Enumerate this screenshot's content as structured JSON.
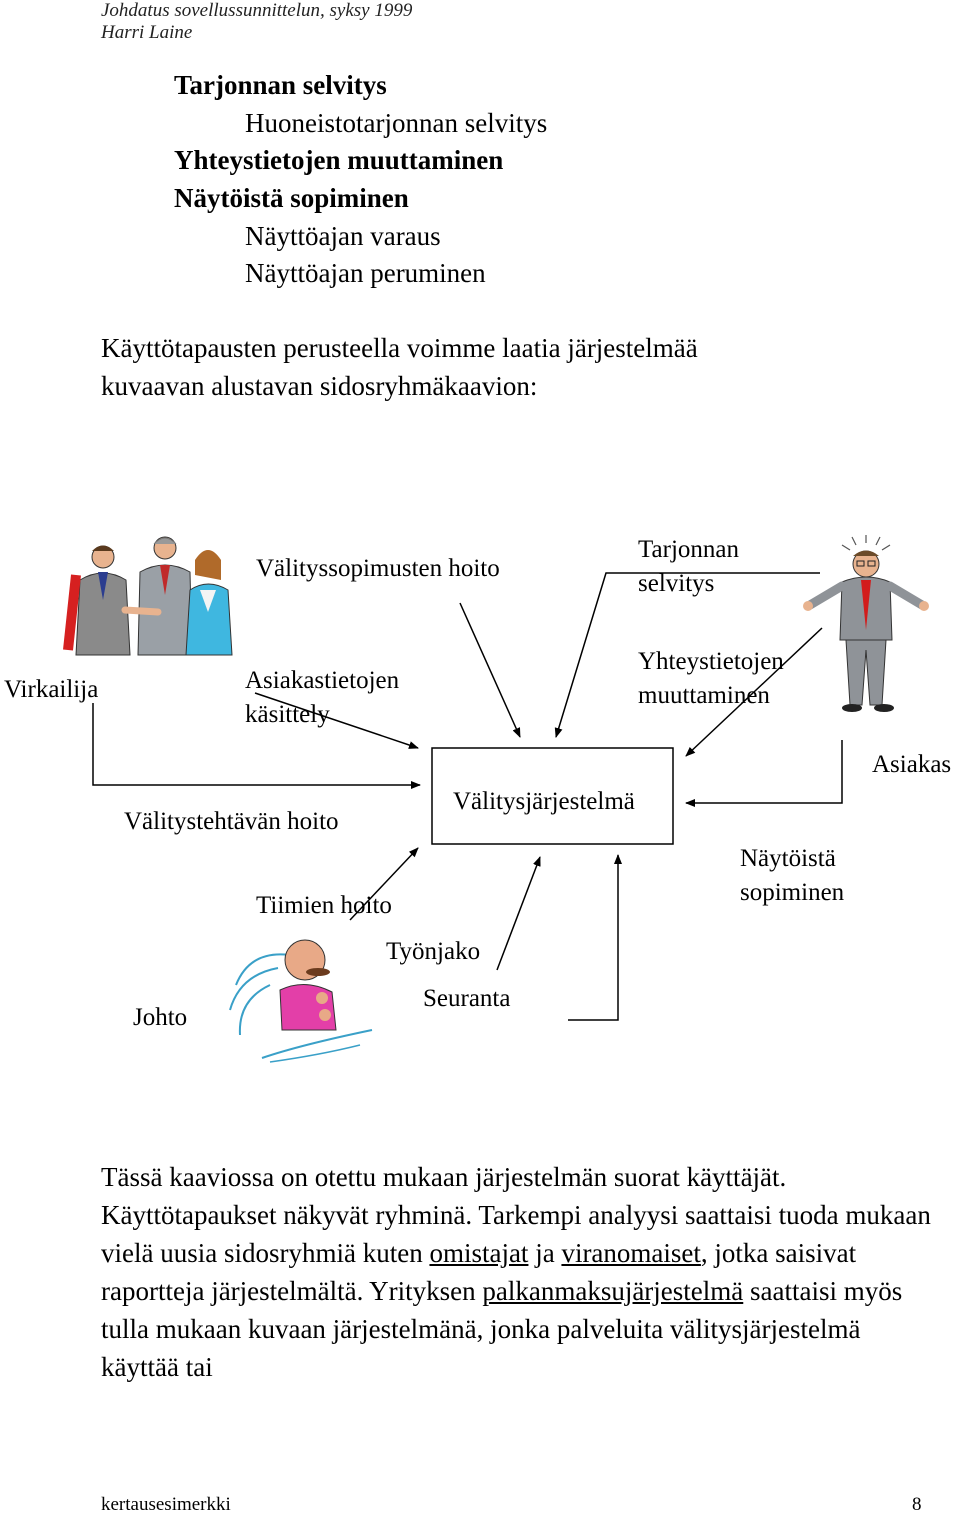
{
  "header": {
    "course": "Johdatus sovellussunnittelun, syksy 1999",
    "author": "Harri Laine"
  },
  "list": [
    {
      "text": "Tarjonnan selvitys",
      "bold": true
    },
    {
      "text": "Huoneistotarjonnan selvitys",
      "bold": false
    },
    {
      "text": "Yhteystietojen muuttaminen",
      "bold": true
    },
    {
      "text": "Näytöistä sopiminen",
      "bold": true
    },
    {
      "text": "Näyttöajan varaus",
      "bold": false
    },
    {
      "text": "Näyttöajan peruminen",
      "bold": false
    }
  ],
  "intro": {
    "line1": "Käyttötapausten perusteella voimme laatia järjestelmää",
    "line2": "kuvaavan alustavan sidosryhmäkaavion:"
  },
  "diagram": {
    "virkailija": "Virkailija",
    "asiakas": "Asiakas",
    "johto": "Johto",
    "system": "Välitysjärjestelmä",
    "valityssopimusten": "Välityssopimusten hoito",
    "tarjonnan1": "Tarjonnan",
    "tarjonnan2": "selvitys",
    "asiakastiedot1": "Asiakastietojen",
    "asiakastiedot2": "käsittely",
    "yhteystiedot1": "Yhteystietojen",
    "yhteystiedot2": "muuttaminen",
    "valitystehtava": "Välitystehtävän hoito",
    "naytoista1": "Näytöistä",
    "naytoista2": "sopiminen",
    "tiimien": "Tiimien hoito",
    "tyonjako": "Työnjako",
    "seuranta": "Seuranta"
  },
  "paragraph": {
    "t1": "Tässä kaaviossa on otettu mukaan järjestelmän suorat käyttäjät. Käyttötapaukset näkyvät ryhminä. Tarkempi analyysi saattaisi tuoda mukaan vielä uusia sidosryhmiä kuten ",
    "u1": "omistajat",
    "t2": " ja ",
    "u2": "viranomaiset",
    "t3": ", jotka saisivat raportteja järjestelmältä. Yrityksen ",
    "u3": "palkanmaksujärjestelmä",
    "t4": " saattaisi myös tulla mukaan kuvaan järjestelmänä, jonka palveluita välitysjärjestelmä käyttää tai"
  },
  "footer": {
    "left": "kertausesimerkki",
    "page": "8"
  }
}
